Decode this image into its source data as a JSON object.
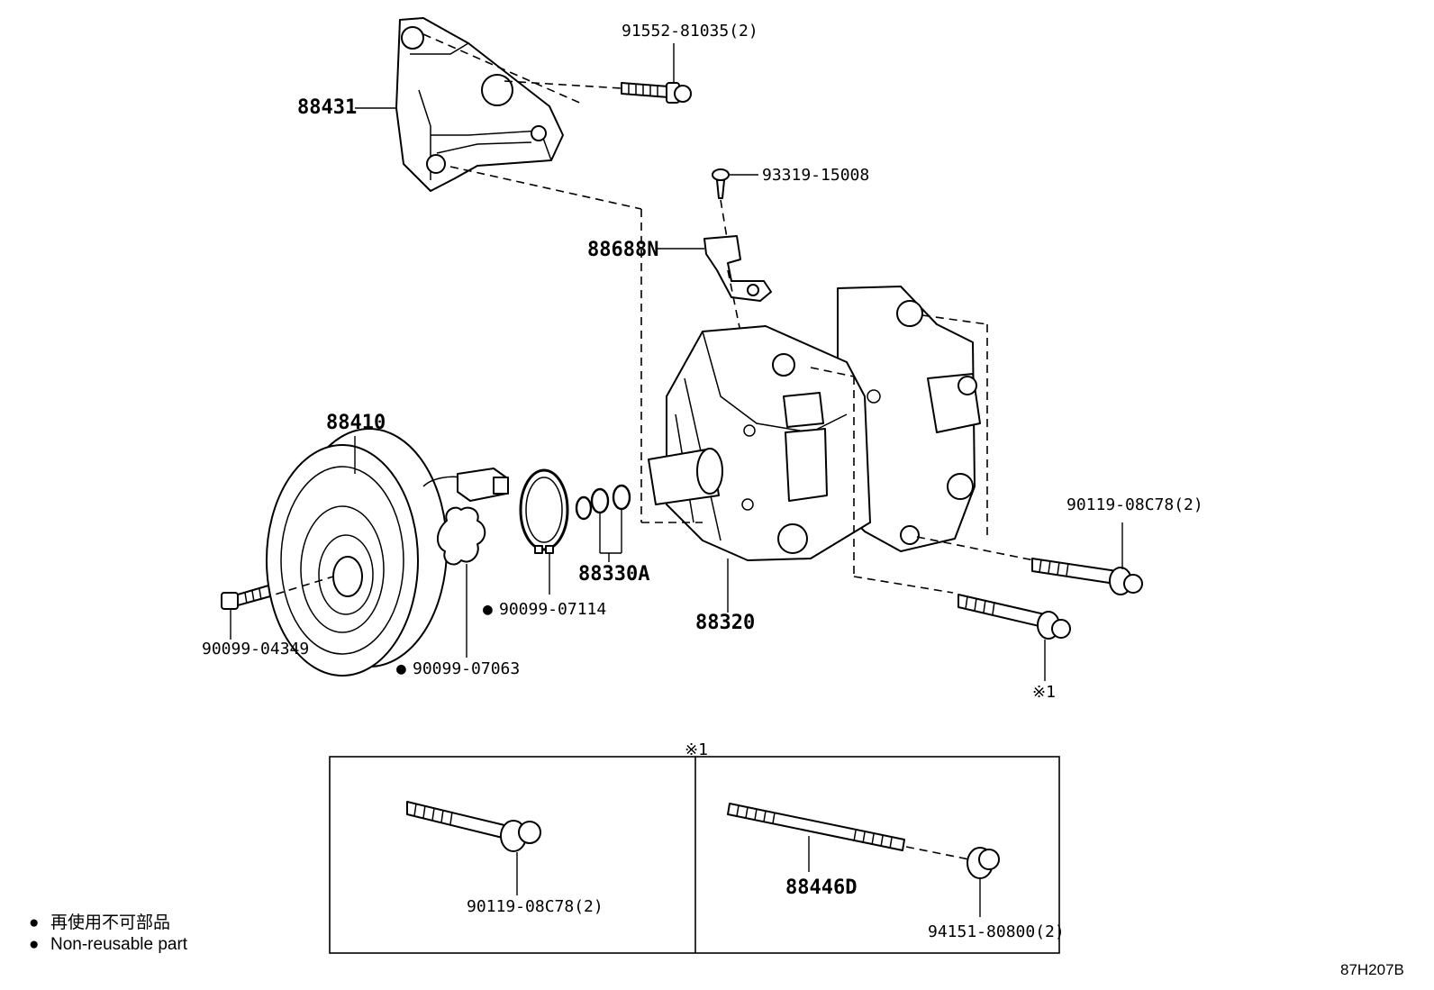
{
  "callouts": {
    "bolt_top": "91552-81035(2)",
    "bracket": "88431",
    "screw": "93319-15008",
    "harness_clamp": "88688N",
    "clutch_assy": "88410",
    "pulley_bolt": "90099-04349",
    "shim": "90099-07063",
    "snap_ring": "90099-07114",
    "shim_set": "88330A",
    "compressor": "88320",
    "stud_bolt_right": "90119-08C78(2)",
    "note_ref": "※1",
    "inset_ref": "※1",
    "inset_bolt": "90119-08C78(2)",
    "inset_stud": "88446D",
    "inset_nut": "94151-80800(2)"
  },
  "legend": {
    "marker": "●",
    "items": [
      "再使用不可部品",
      "Non-reusable part"
    ]
  },
  "figure_code": "87H207B"
}
